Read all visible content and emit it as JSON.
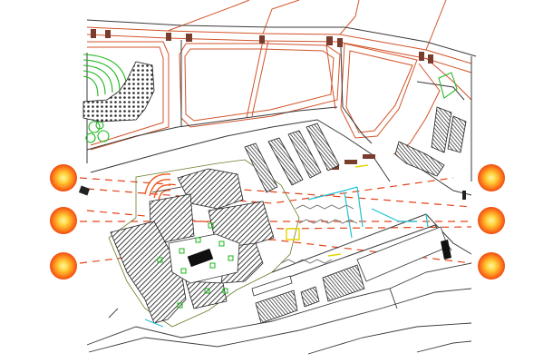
{
  "drawing": {
    "kind": "site-plan",
    "palette": {
      "background": "#ffffff",
      "road_line": "#d2542a",
      "road_line_light": "#e58b5a",
      "boundary": "#3a3a3a",
      "building_hatch": "#2b2b2b",
      "building_fill": "#ffffff",
      "green": "#19b619",
      "cyan": "#1fc4d6",
      "yellow": "#e6d400",
      "ray": "#e2431a",
      "dark_mark": "#101010",
      "post": "#7a3c2c"
    },
    "sun_markers": [
      {
        "side": "left",
        "row": 1
      },
      {
        "side": "left",
        "row": 2
      },
      {
        "side": "left",
        "row": 3
      },
      {
        "side": "right",
        "row": 1
      },
      {
        "side": "right",
        "row": 2
      },
      {
        "side": "right",
        "row": 3
      }
    ],
    "icons": [
      "sun-icon"
    ]
  }
}
